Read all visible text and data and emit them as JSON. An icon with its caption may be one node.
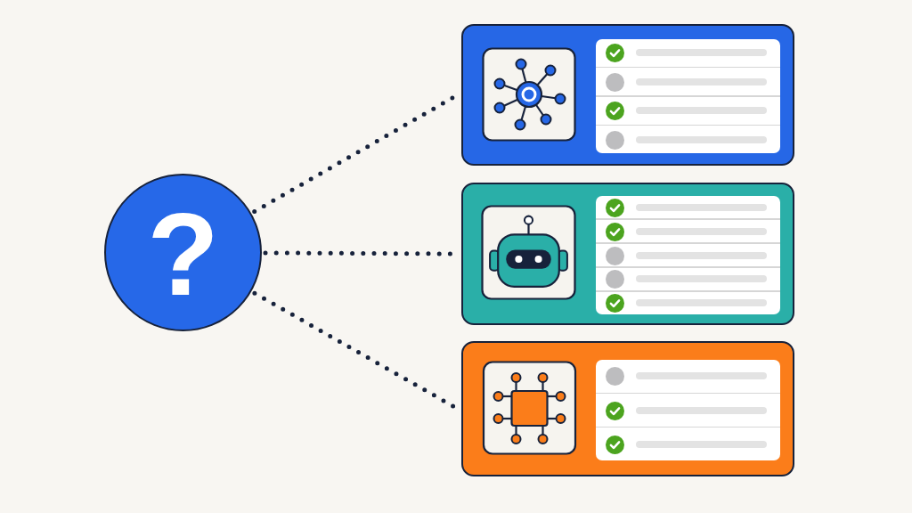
{
  "diagram": {
    "nodes": [
      {
        "text": [
          "?"
        ]
      },
      {
        "text": [],
        "shape": "box"
      },
      {
        "text": [],
        "shape": "box"
      },
      {
        "text": [],
        "shape": "box"
      }
    ],
    "edges": [
      {
        "from": 0,
        "to": 1,
        "arrow": "none",
        "style": "dashed"
      },
      {
        "from": 0,
        "to": 2,
        "arrow": "none",
        "style": "dashed"
      },
      {
        "from": 0,
        "to": 3,
        "arrow": "none",
        "style": "dashed"
      }
    ]
  }
}
